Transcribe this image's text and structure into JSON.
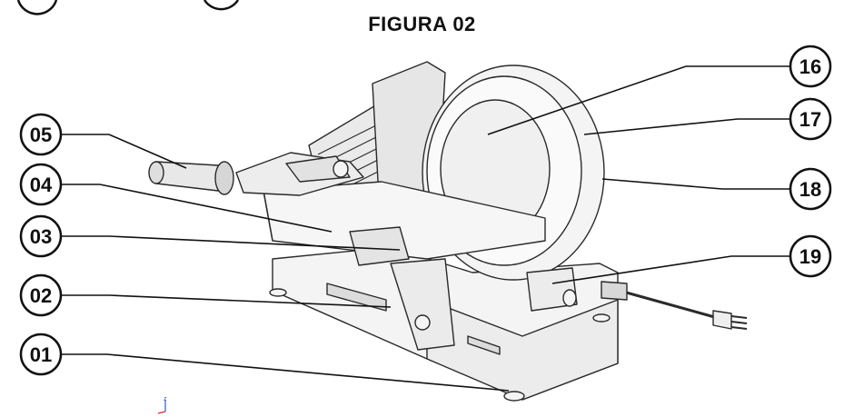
{
  "figure": {
    "title": "FIGURA 02"
  },
  "callouts": [
    {
      "id": "05"
    },
    {
      "id": "04"
    },
    {
      "id": "03"
    },
    {
      "id": "02"
    },
    {
      "id": "01"
    },
    {
      "id": "16"
    },
    {
      "id": "17"
    },
    {
      "id": "18"
    },
    {
      "id": "19"
    }
  ],
  "axis_indicator": {
    "label": "z"
  },
  "colors": {
    "line": "#111111",
    "machine_outline": "#2a2a2a",
    "machine_fill": "#f4f4f4",
    "shade": "#d9d9d9",
    "axis_red": "#d03030",
    "axis_blue": "#3060c0"
  }
}
